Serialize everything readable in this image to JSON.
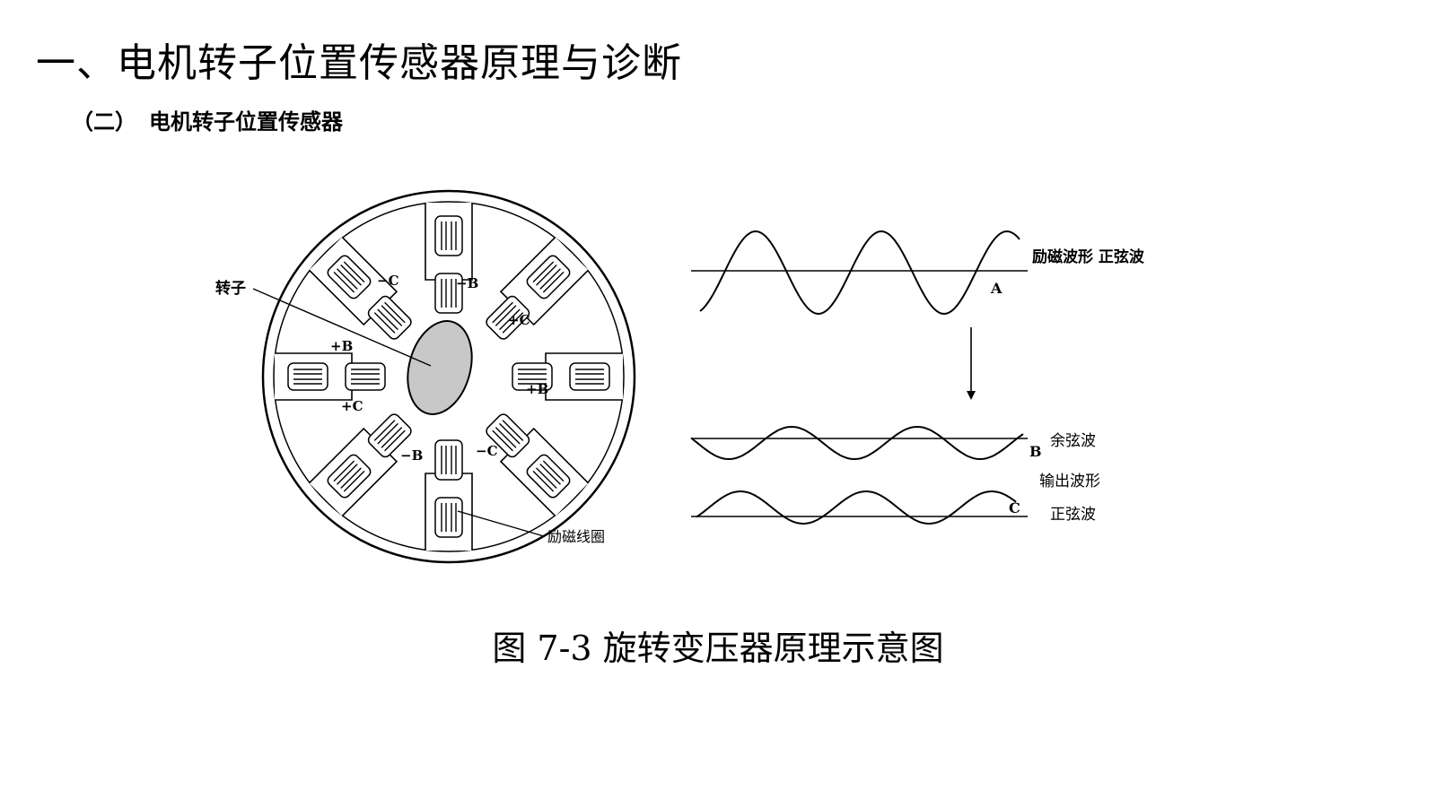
{
  "slide": {
    "title": "一、电机转子位置传感器原理与诊断",
    "subtitle_prefix": "（二）",
    "subtitle_text": "电机转子位置传感器",
    "caption": "图 7-3 旋转变压器原理示意图"
  },
  "stator_diagram": {
    "rotor_label": "转子",
    "coil_label": "励磁线圈",
    "winding_labels": {
      "neg_c_top": "−C",
      "neg_b_top": "−B",
      "pos_c_right": "+C",
      "pos_b_left": "+B",
      "pos_b_right": "+B",
      "pos_c_left": "+C",
      "neg_b_bottom": "−B",
      "neg_c_bottom": "−C"
    }
  },
  "waveforms": {
    "excitation_label": "励磁波形 正弦波",
    "letter_a": "A",
    "letter_b": "B",
    "letter_c": "C",
    "cosine_label": "余弦波",
    "output_label": "输出波形",
    "sine_label": "正弦波"
  }
}
